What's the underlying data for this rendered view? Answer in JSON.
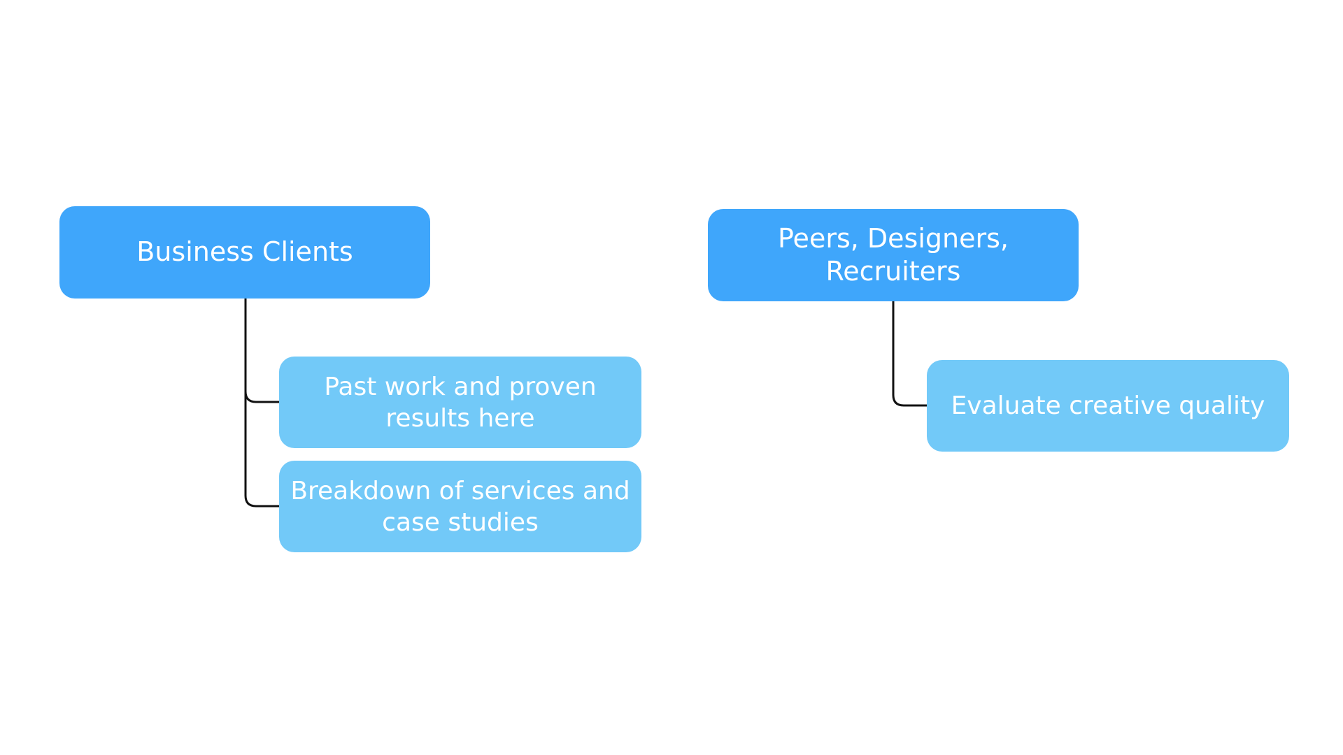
{
  "diagram": {
    "groups": [
      {
        "root": "Business Clients",
        "children": [
          "Past work and proven results here",
          "Breakdown of services and case studies"
        ]
      },
      {
        "root": "Peers, Designers, Recruiters",
        "children": [
          "Evaluate creative quality"
        ]
      }
    ]
  },
  "colors": {
    "root_fill": "#3fa6fb",
    "child_fill": "#72c9f8",
    "text": "#ffffff",
    "connector": "#111111"
  }
}
